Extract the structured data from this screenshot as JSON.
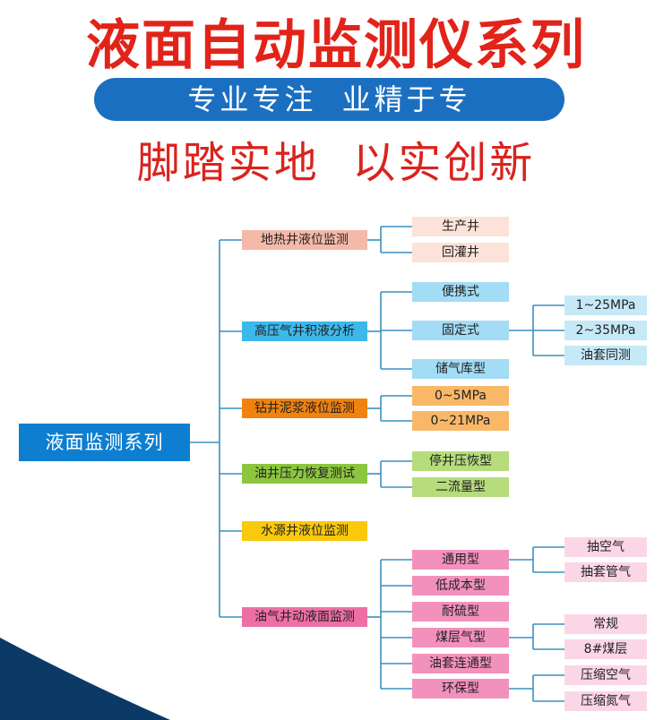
{
  "header": {
    "title": "液面自动监测仪系列",
    "pill": "专业专注  业精于专",
    "slogan": "脚踏实地  以实创新"
  },
  "colors": {
    "line": "#3a90c0",
    "root": "#0e7fd0"
  },
  "tree": {
    "root": "液面监测系列",
    "branches": [
      {
        "label": "地热井液位监测",
        "color": "#f5b9a9",
        "child_color": "#fce2d9",
        "children": [
          {
            "label": "生产井",
            "children": []
          },
          {
            "label": "回灌井",
            "children": []
          }
        ]
      },
      {
        "label": "高压气井积液分析",
        "color": "#3db8ea",
        "child_color": "#a3dcf5",
        "children": [
          {
            "label": "便携式",
            "children": []
          },
          {
            "label": "固定式",
            "children": [
              {
                "label": "1~25MPa"
              },
              {
                "label": "2~35MPa"
              },
              {
                "label": "油套同测"
              }
            ]
          },
          {
            "label": "储气库型",
            "children": []
          }
        ],
        "grand_color": "#c6e9f8"
      },
      {
        "label": "钻井泥浆液位监测",
        "color": "#f0820f",
        "child_color": "#f9b867",
        "children": [
          {
            "label": "0~5MPa",
            "children": []
          },
          {
            "label": "0~21MPa",
            "children": []
          }
        ]
      },
      {
        "label": "油井压力恢复测试",
        "color": "#8cc63f",
        "child_color": "#b6dc7c",
        "children": [
          {
            "label": "停井压恢型",
            "children": []
          },
          {
            "label": "二流量型",
            "children": []
          }
        ]
      },
      {
        "label": "水源井液位监测",
        "color": "#f9c90b",
        "child_color": "#f9c90b",
        "children": []
      },
      {
        "label": "油气井动液面监测",
        "color": "#ee6fa5",
        "child_color": "#f391bd",
        "grand_color": "#fbd6e6",
        "children": [
          {
            "label": "通用型",
            "children": [
              {
                "label": "抽空气"
              },
              {
                "label": "抽套管气"
              }
            ]
          },
          {
            "label": "低成本型",
            "children": []
          },
          {
            "label": "耐硫型",
            "children": []
          },
          {
            "label": "煤层气型",
            "children": [
              {
                "label": "常规"
              },
              {
                "label": "8#煤层"
              }
            ]
          },
          {
            "label": "油套连通型",
            "children": []
          },
          {
            "label": "环保型",
            "children": [
              {
                "label": "压缩空气"
              },
              {
                "label": "压缩氮气"
              }
            ]
          }
        ]
      }
    ]
  }
}
